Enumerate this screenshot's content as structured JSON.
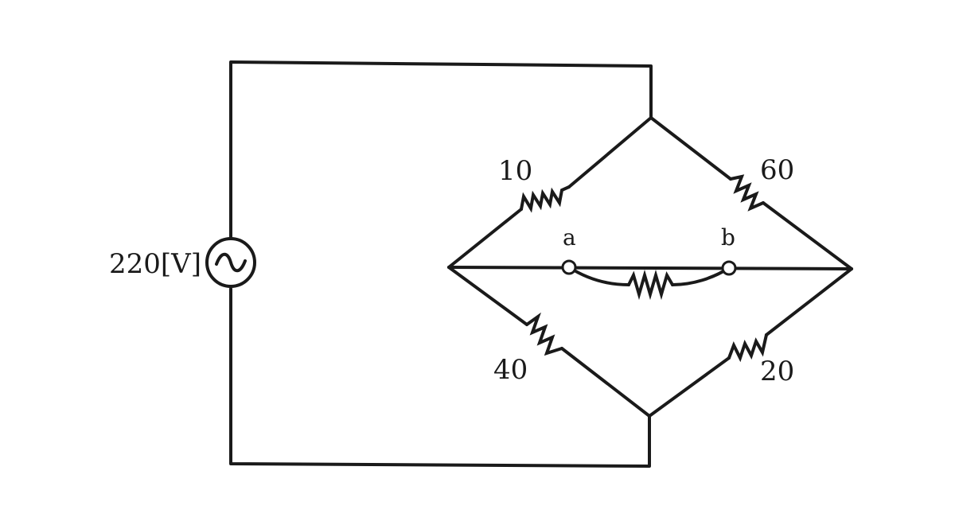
{
  "source": {
    "label": "220[V]",
    "icon": "ac-source-icon"
  },
  "resistors": {
    "top_left": "10",
    "top_right": "60",
    "bottom_left": "40",
    "bottom_right": "20"
  },
  "terminals": {
    "a": "a",
    "b": "b"
  },
  "colors": {
    "stroke": "#1a1a1a",
    "background": "#ffffff"
  }
}
